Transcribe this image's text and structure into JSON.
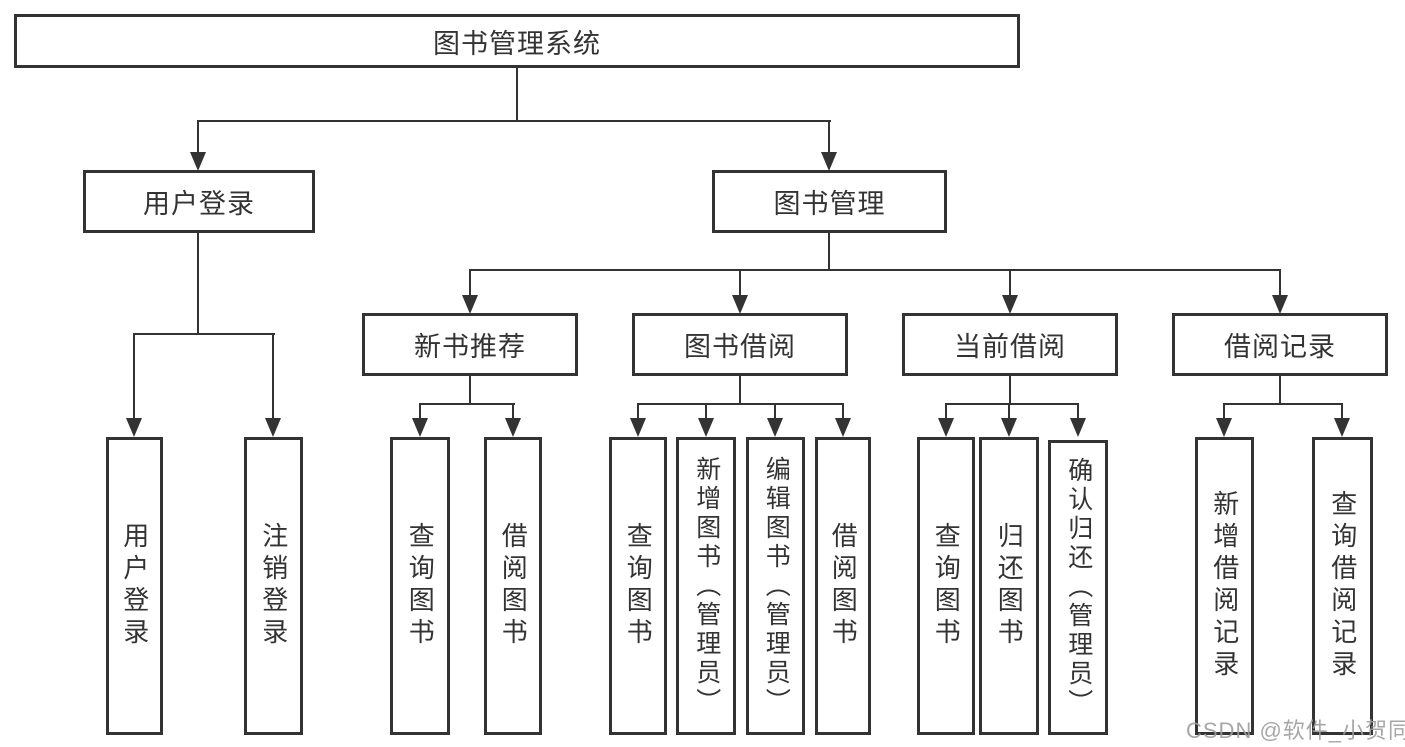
{
  "diagram": {
    "type": "tree",
    "root": {
      "label": "图书管理系统"
    },
    "branches": [
      {
        "label": "用户登录",
        "children": [
          {
            "label": "用户登录"
          },
          {
            "label": "注销登录"
          }
        ]
      },
      {
        "label": "图书管理",
        "children": [
          {
            "label": "新书推荐",
            "children": [
              {
                "label": "查询图书"
              },
              {
                "label": "借阅图书"
              }
            ]
          },
          {
            "label": "图书借阅",
            "children": [
              {
                "label": "查询图书"
              },
              {
                "label": "新增图书（管理员）"
              },
              {
                "label": "编辑图书（管理员）"
              },
              {
                "label": "借阅图书"
              }
            ]
          },
          {
            "label": "当前借阅",
            "children": [
              {
                "label": "查询图书"
              },
              {
                "label": "归还图书"
              },
              {
                "label": "确认归还（管理员）"
              }
            ]
          },
          {
            "label": "借阅记录",
            "children": [
              {
                "label": "新增借阅记录"
              },
              {
                "label": "查询借阅记录"
              }
            ]
          }
        ]
      }
    ]
  },
  "watermark": {
    "text": "CSDN @软件_小贺同学",
    "color": "#9e9e9e"
  },
  "colors": {
    "line": "#333333",
    "box_border": "#333333",
    "text": "#333333",
    "background": "#ffffff"
  }
}
